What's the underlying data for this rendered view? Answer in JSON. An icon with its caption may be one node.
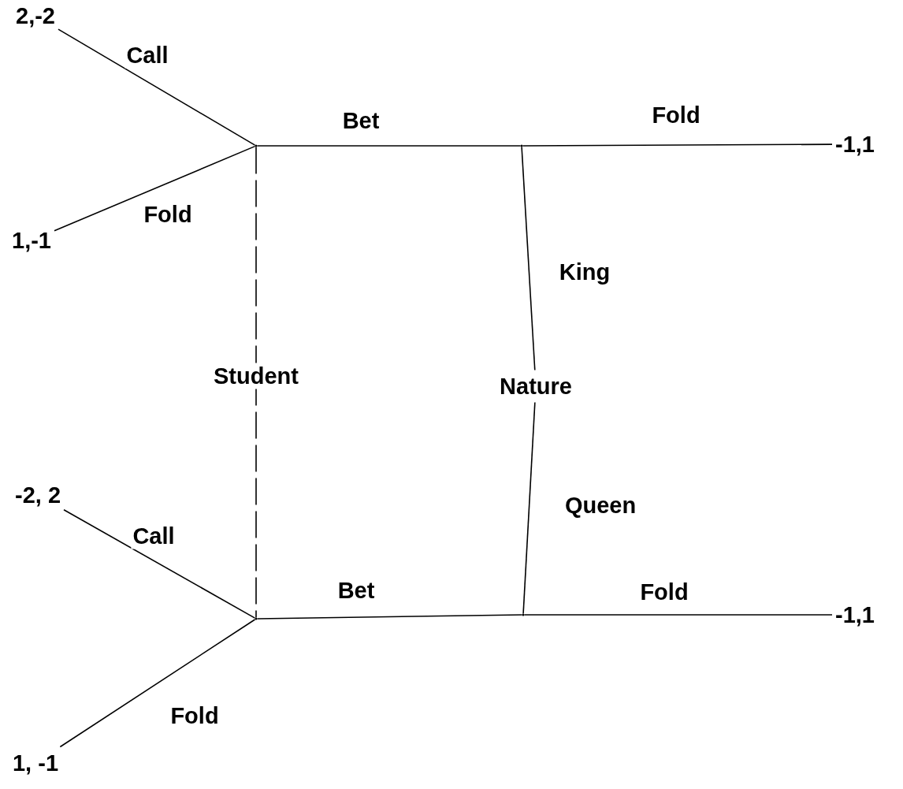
{
  "diagram": {
    "nodes": [
      {
        "text": [
          "2,-2"
        ]
      },
      {
        "text": [
          "-1,1"
        ]
      },
      {
        "text": [
          "1,-1"
        ]
      },
      {
        "text": [
          "Nature"
        ]
      },
      {
        "text": [
          "-2, 2"
        ]
      },
      {
        "text": [
          "-1,1"
        ]
      },
      {
        "text": [
          "1, -1"
        ]
      },
      {
        "text": [],
        "shape": "point"
      },
      {
        "text": [],
        "shape": "point"
      },
      {
        "text": [],
        "shape": "point"
      },
      {
        "text": [],
        "shape": "point"
      }
    ],
    "edges": [
      {
        "from": 7,
        "to": 0,
        "label": "Call",
        "arrow": "none"
      },
      {
        "from": 7,
        "to": 2,
        "label": "Fold",
        "arrow": "none"
      },
      {
        "from": 7,
        "to": 8,
        "label": "Bet",
        "arrow": "none"
      },
      {
        "from": 8,
        "to": 1,
        "label": "Fold",
        "arrow": "none"
      },
      {
        "from": 3,
        "to": 8,
        "label": "King",
        "arrow": "none"
      },
      {
        "from": 7,
        "to": 9,
        "label": "Student",
        "arrow": "none",
        "style": "dashed"
      },
      {
        "from": 3,
        "to": 10,
        "label": "Queen",
        "arrow": "none"
      },
      {
        "from": 9,
        "to": 4,
        "label": "Call",
        "arrow": "none"
      },
      {
        "from": 9,
        "to": 6,
        "label": "Fold",
        "arrow": "none"
      },
      {
        "from": 9,
        "to": 10,
        "label": "Bet",
        "arrow": "none"
      },
      {
        "from": 10,
        "to": 5,
        "label": "Fold",
        "arrow": "none"
      }
    ]
  }
}
